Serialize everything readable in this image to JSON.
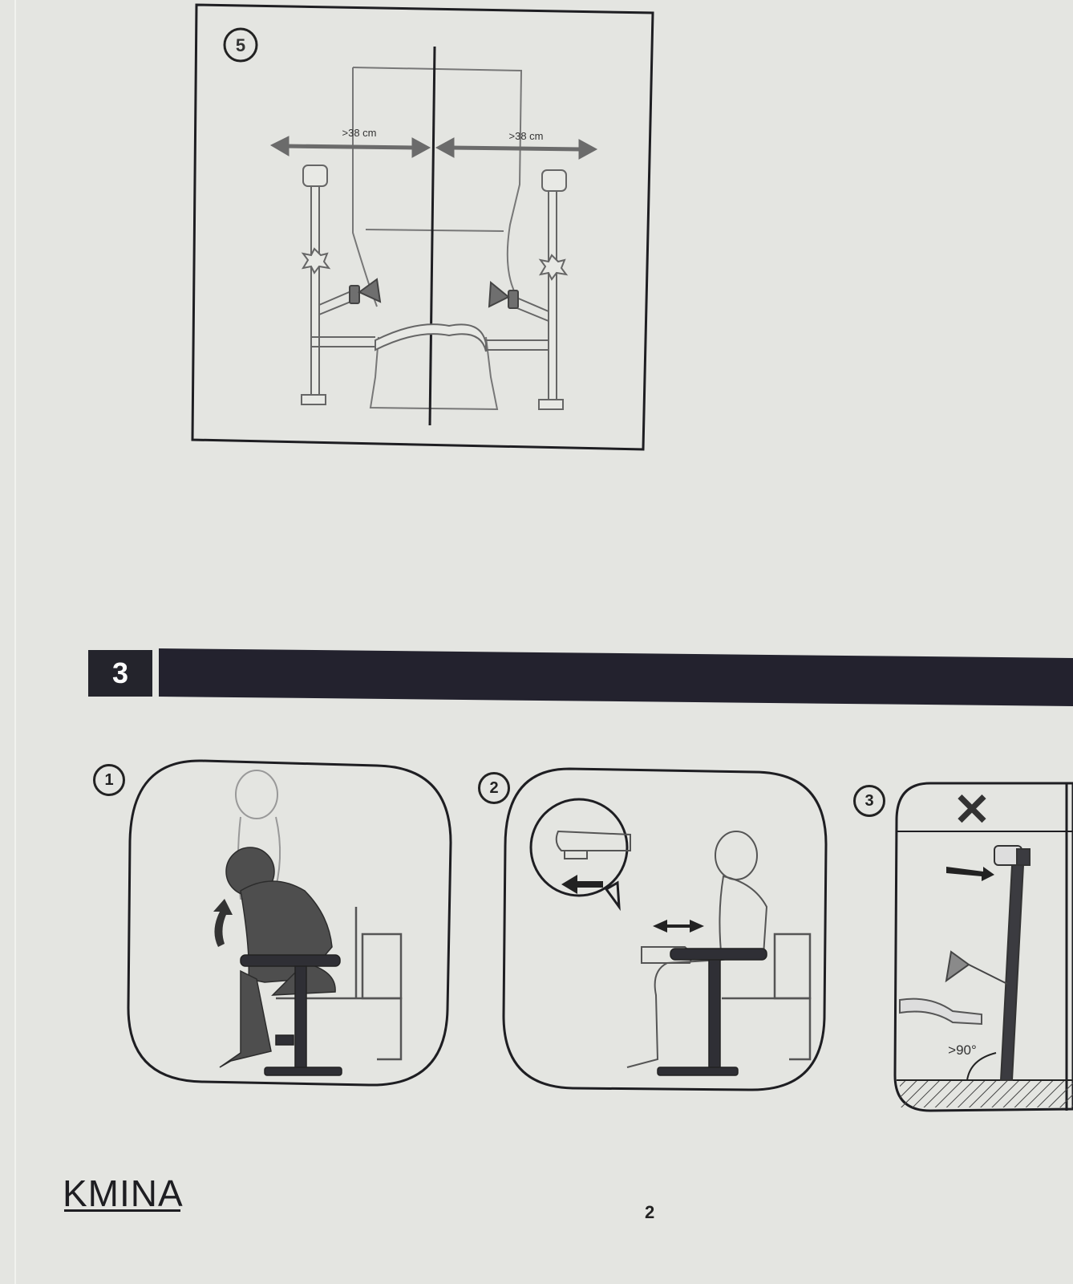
{
  "figure5": {
    "step": "5",
    "left_measure": ">38 cm",
    "right_measure": ">38 cm"
  },
  "section": {
    "number": "3"
  },
  "steps": [
    {
      "number": "1"
    },
    {
      "number": "2"
    },
    {
      "number": "3",
      "wrong_mark": "✕",
      "angle_label": ">90°"
    }
  ],
  "footer": {
    "logo": "KMINA",
    "page_number": "2"
  }
}
